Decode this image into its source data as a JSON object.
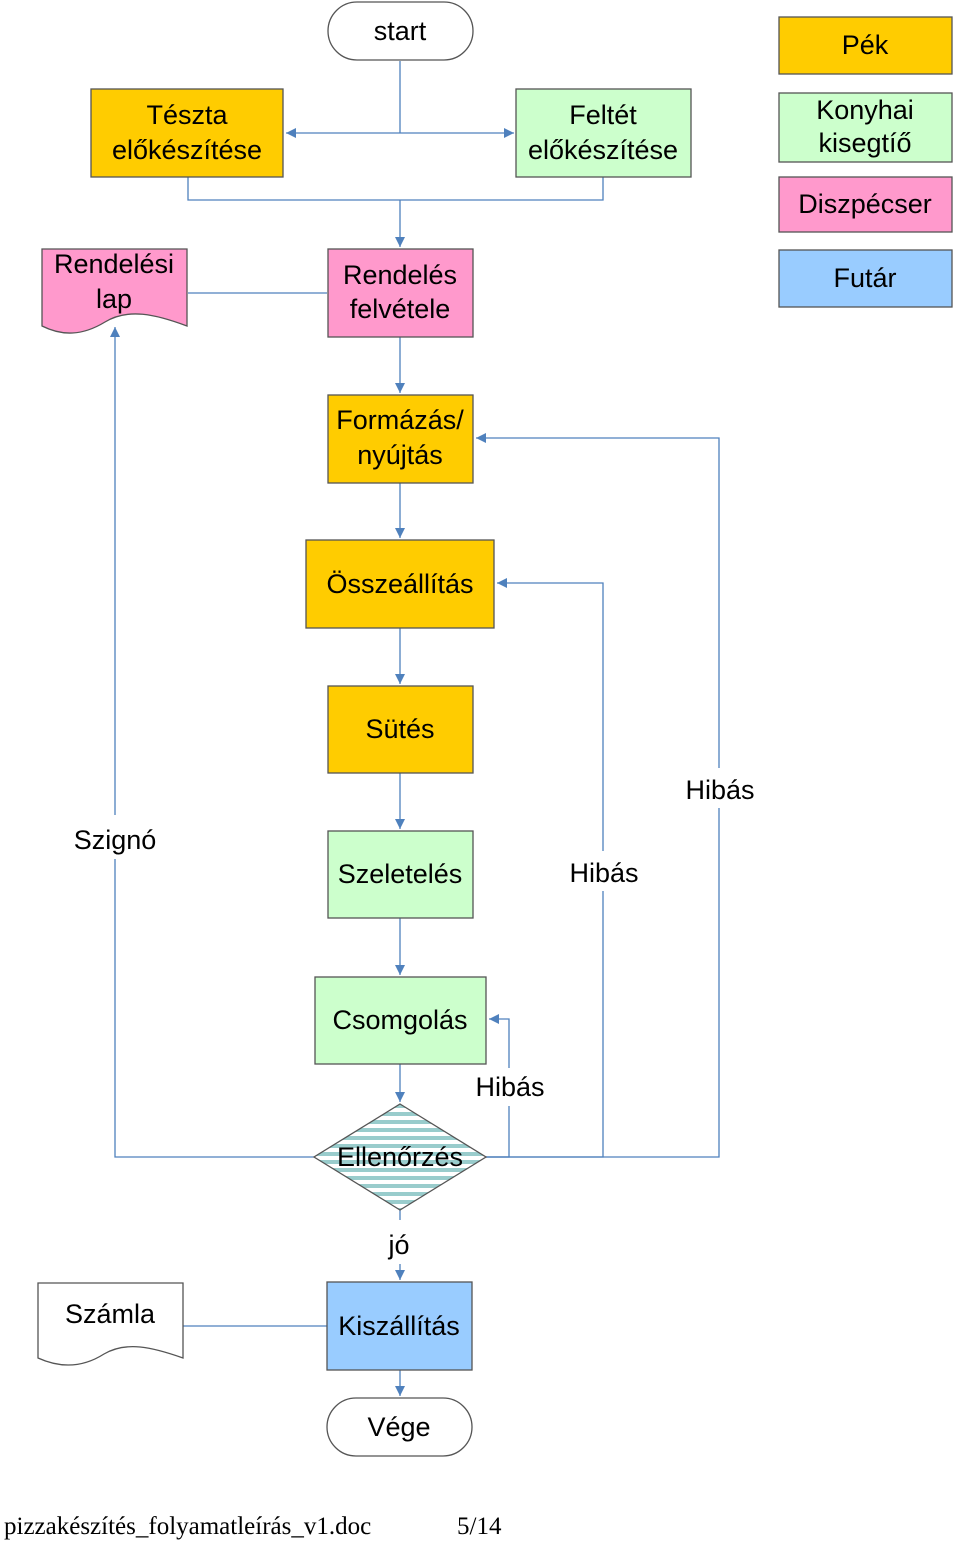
{
  "colors": {
    "pek": "#FFCC00",
    "konyhai": "#CCFFCC",
    "diszpecser": "#FF99CC",
    "futar": "#99CCFF",
    "line": "#4F81BD",
    "stroke": "#555555",
    "stripe": "#99CCCC"
  },
  "legend": {
    "pek": "Pék",
    "konyhai": [
      "Konyhai",
      "kisegtíő"
    ],
    "diszpecser": "Diszpécser",
    "futar": "Futár"
  },
  "nodes": {
    "start": "start",
    "teszta": [
      "Tészta",
      "előkészítése"
    ],
    "feltet": [
      "Feltét",
      "előkészítése"
    ],
    "rendelesi_lap": [
      "Rendelési",
      "lap"
    ],
    "rendeles": [
      "Rendelés",
      "felvétele"
    ],
    "formazas": [
      "Formázás/",
      "nyújtás"
    ],
    "osszeallitas": "Összeállítás",
    "sutes": "Sütés",
    "szeletelés": "Szeletelés",
    "csomagolas": "Csomgolás",
    "ellenorzes": "Ellenőrzés",
    "szamla": "Számla",
    "kiszallitas": "Kiszállítás",
    "vege": "Vége"
  },
  "edge_labels": {
    "szigno": "Szignó",
    "hibas_formazas": "Hibás",
    "hibas_osszeallitas": "Hibás",
    "hibas_csomagolas": "Hibás",
    "jo": "jó"
  },
  "footer": {
    "filename": "pizzakészítés_folyamatleírás_v1.doc",
    "page": "5/14"
  }
}
